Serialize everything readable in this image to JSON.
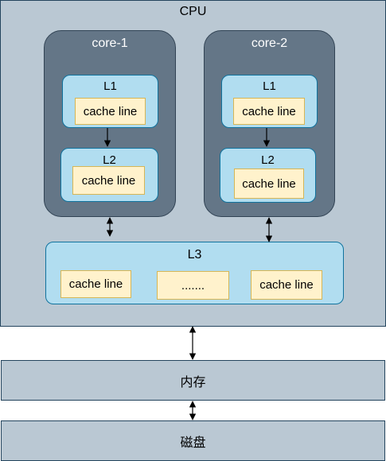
{
  "cpu": {
    "title": "CPU"
  },
  "cores": [
    {
      "title": "core-1",
      "l1": {
        "title": "L1",
        "line": "cache line"
      },
      "l2": {
        "title": "L2",
        "line": "cache line"
      }
    },
    {
      "title": "core-2",
      "l1": {
        "title": "L1",
        "line": "cache line"
      },
      "l2": {
        "title": "L2",
        "line": "cache line"
      }
    }
  ],
  "l3": {
    "title": "L3",
    "lines": [
      "cache line",
      ".......",
      "cache line"
    ]
  },
  "memory": {
    "label": "内存"
  },
  "disk": {
    "label": "磁盘"
  },
  "colors": {
    "cpu_fill": "#bac8d3",
    "core_fill": "#647687",
    "cache_fill": "#b1ddf0",
    "cache_line_fill": "#fff2cc"
  }
}
